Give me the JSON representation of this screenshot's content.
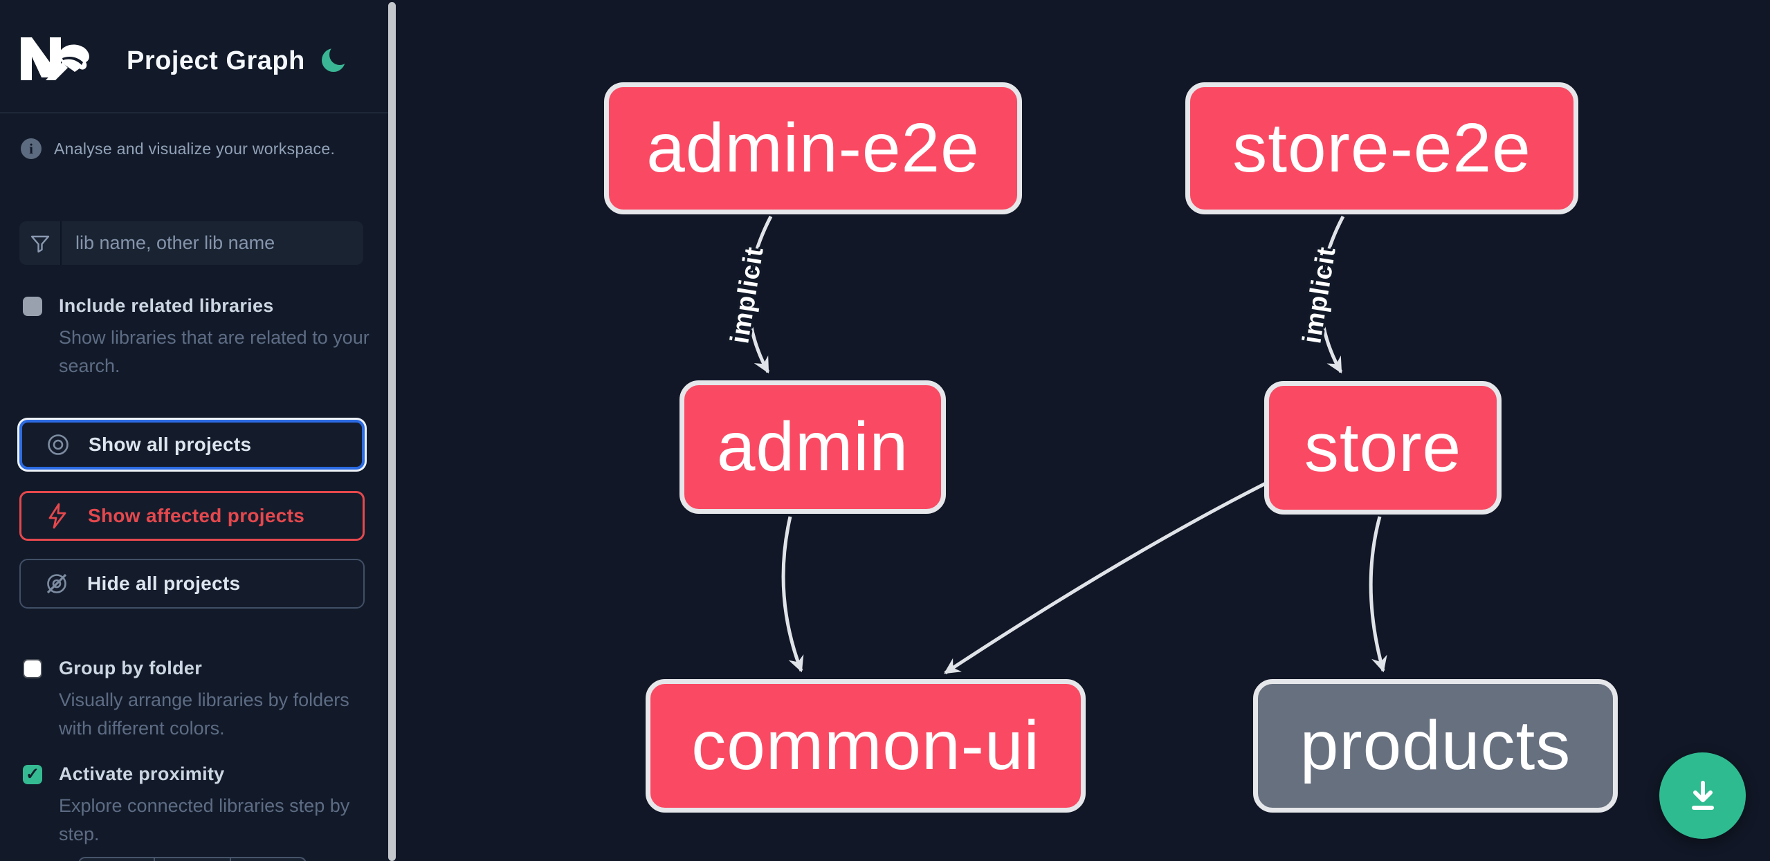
{
  "app": {
    "title": "Project Graph"
  },
  "theme": {
    "mode": "dark",
    "toggle_icon": "moon-icon"
  },
  "info": {
    "glyph": "i",
    "text": "Analyse and visualize your workspace."
  },
  "search": {
    "icon": "filter-icon",
    "placeholder": "lib name, other lib name",
    "value": ""
  },
  "options": [
    {
      "label": "Include related libraries",
      "description": "Show libraries that are related to your search.",
      "checked": false,
      "checkmark": ""
    },
    {
      "label": "Group by folder",
      "description": "Visually arrange libraries by folders with different colors.",
      "checked": false,
      "checkmark": ""
    },
    {
      "label": "Activate proximity",
      "description": "Explore connected libraries step by step.",
      "checked": true,
      "checkmark": "✓"
    }
  ],
  "actions": [
    {
      "label": "Show all projects",
      "icon": "eye-icon",
      "focused": true
    },
    {
      "label": "Show affected projects",
      "icon": "lightning-icon",
      "focused": false
    },
    {
      "label": "Hide all projects",
      "icon": "eye-off-icon",
      "focused": false
    }
  ],
  "graph": {
    "nodes": [
      {
        "id": "admin-e2e",
        "label": "admin-e2e",
        "color": "#fa4a63"
      },
      {
        "id": "store-e2e",
        "label": "store-e2e",
        "color": "#fa4a63"
      },
      {
        "id": "admin",
        "label": "admin",
        "color": "#fa4a63"
      },
      {
        "id": "store",
        "label": "store",
        "color": "#fa4a63"
      },
      {
        "id": "common-ui",
        "label": "common-ui",
        "color": "#fa4a63"
      },
      {
        "id": "products",
        "label": "products",
        "color": "#67707f"
      }
    ],
    "edges": [
      {
        "source": "admin-e2e",
        "target": "admin",
        "label": "implicit"
      },
      {
        "source": "store-e2e",
        "target": "store",
        "label": "implicit"
      },
      {
        "source": "admin",
        "target": "common-ui",
        "label": ""
      },
      {
        "source": "store",
        "target": "common-ui",
        "label": ""
      },
      {
        "source": "store",
        "target": "products",
        "label": ""
      }
    ]
  },
  "download_button": {
    "icon": "download-icon"
  },
  "colors": {
    "accent_green": "#2fbb90",
    "node_pink": "#fa4a63",
    "node_gray": "#67707f",
    "affected_red": "#e5484d",
    "focus_blue": "#2c6be2",
    "edge": "#e0e4e9",
    "sidebar_bg": "#121a29",
    "canvas_bg": "#111726"
  }
}
